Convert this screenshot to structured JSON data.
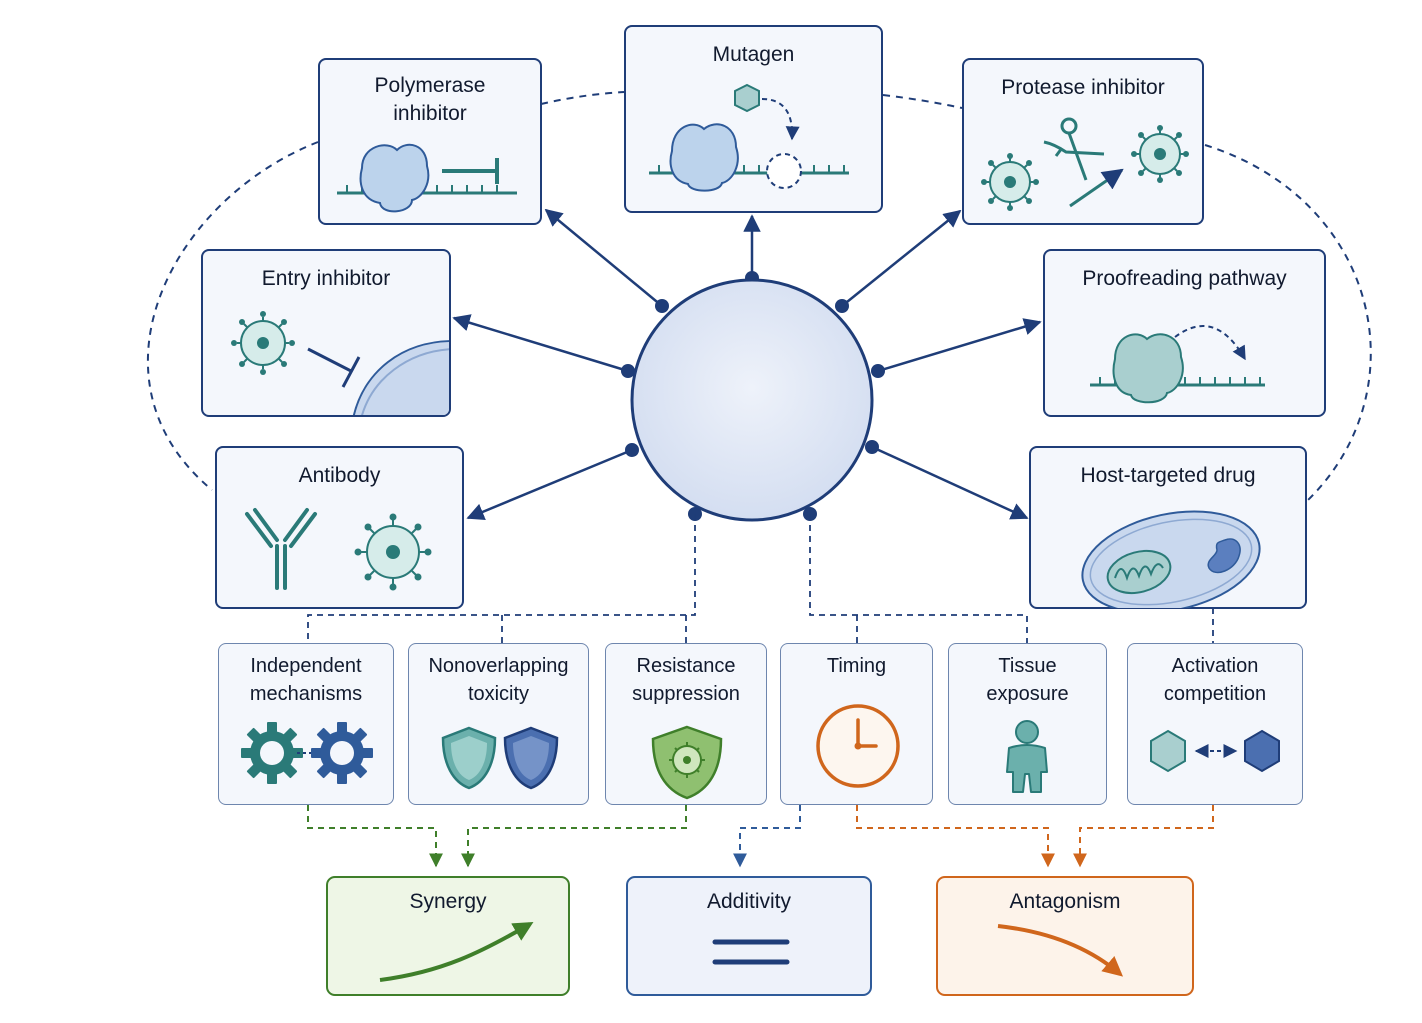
{
  "agents": {
    "polymerase": {
      "line1": "Polymerase",
      "line2": "inhibitor"
    },
    "mutagen": "Mutagen",
    "protease": "Protease inhibitor",
    "entry": "Entry inhibitor",
    "proofreading": "Proofreading pathway",
    "antibody": "Antibody",
    "host": "Host-targeted drug"
  },
  "criteria": [
    {
      "line1": "Independent",
      "line2": "mechanisms",
      "icon": "gears-icon"
    },
    {
      "line1": "Nonoverlapping",
      "line2": "toxicity",
      "icon": "shields-icon"
    },
    {
      "line1": "Resistance",
      "line2": "suppression",
      "icon": "virus-shield-icon"
    },
    {
      "line1": "Timing",
      "line2": "",
      "icon": "clock-icon"
    },
    {
      "line1": "Tissue",
      "line2": "exposure",
      "icon": "person-icon"
    },
    {
      "line1": "Activation",
      "line2": "competition",
      "icon": "hexagon-exchange-icon"
    }
  ],
  "outcomes": {
    "synergy": "Synergy",
    "additivity": "Additivity",
    "antagonism": "Antagonism"
  },
  "colors": {
    "navy": "#1f3d78",
    "teal": "#2a7a78",
    "synergy_green": "#3f7f2a",
    "antagonism_orange": "#d0661c",
    "additivity_blue": "#2f5b9a"
  }
}
